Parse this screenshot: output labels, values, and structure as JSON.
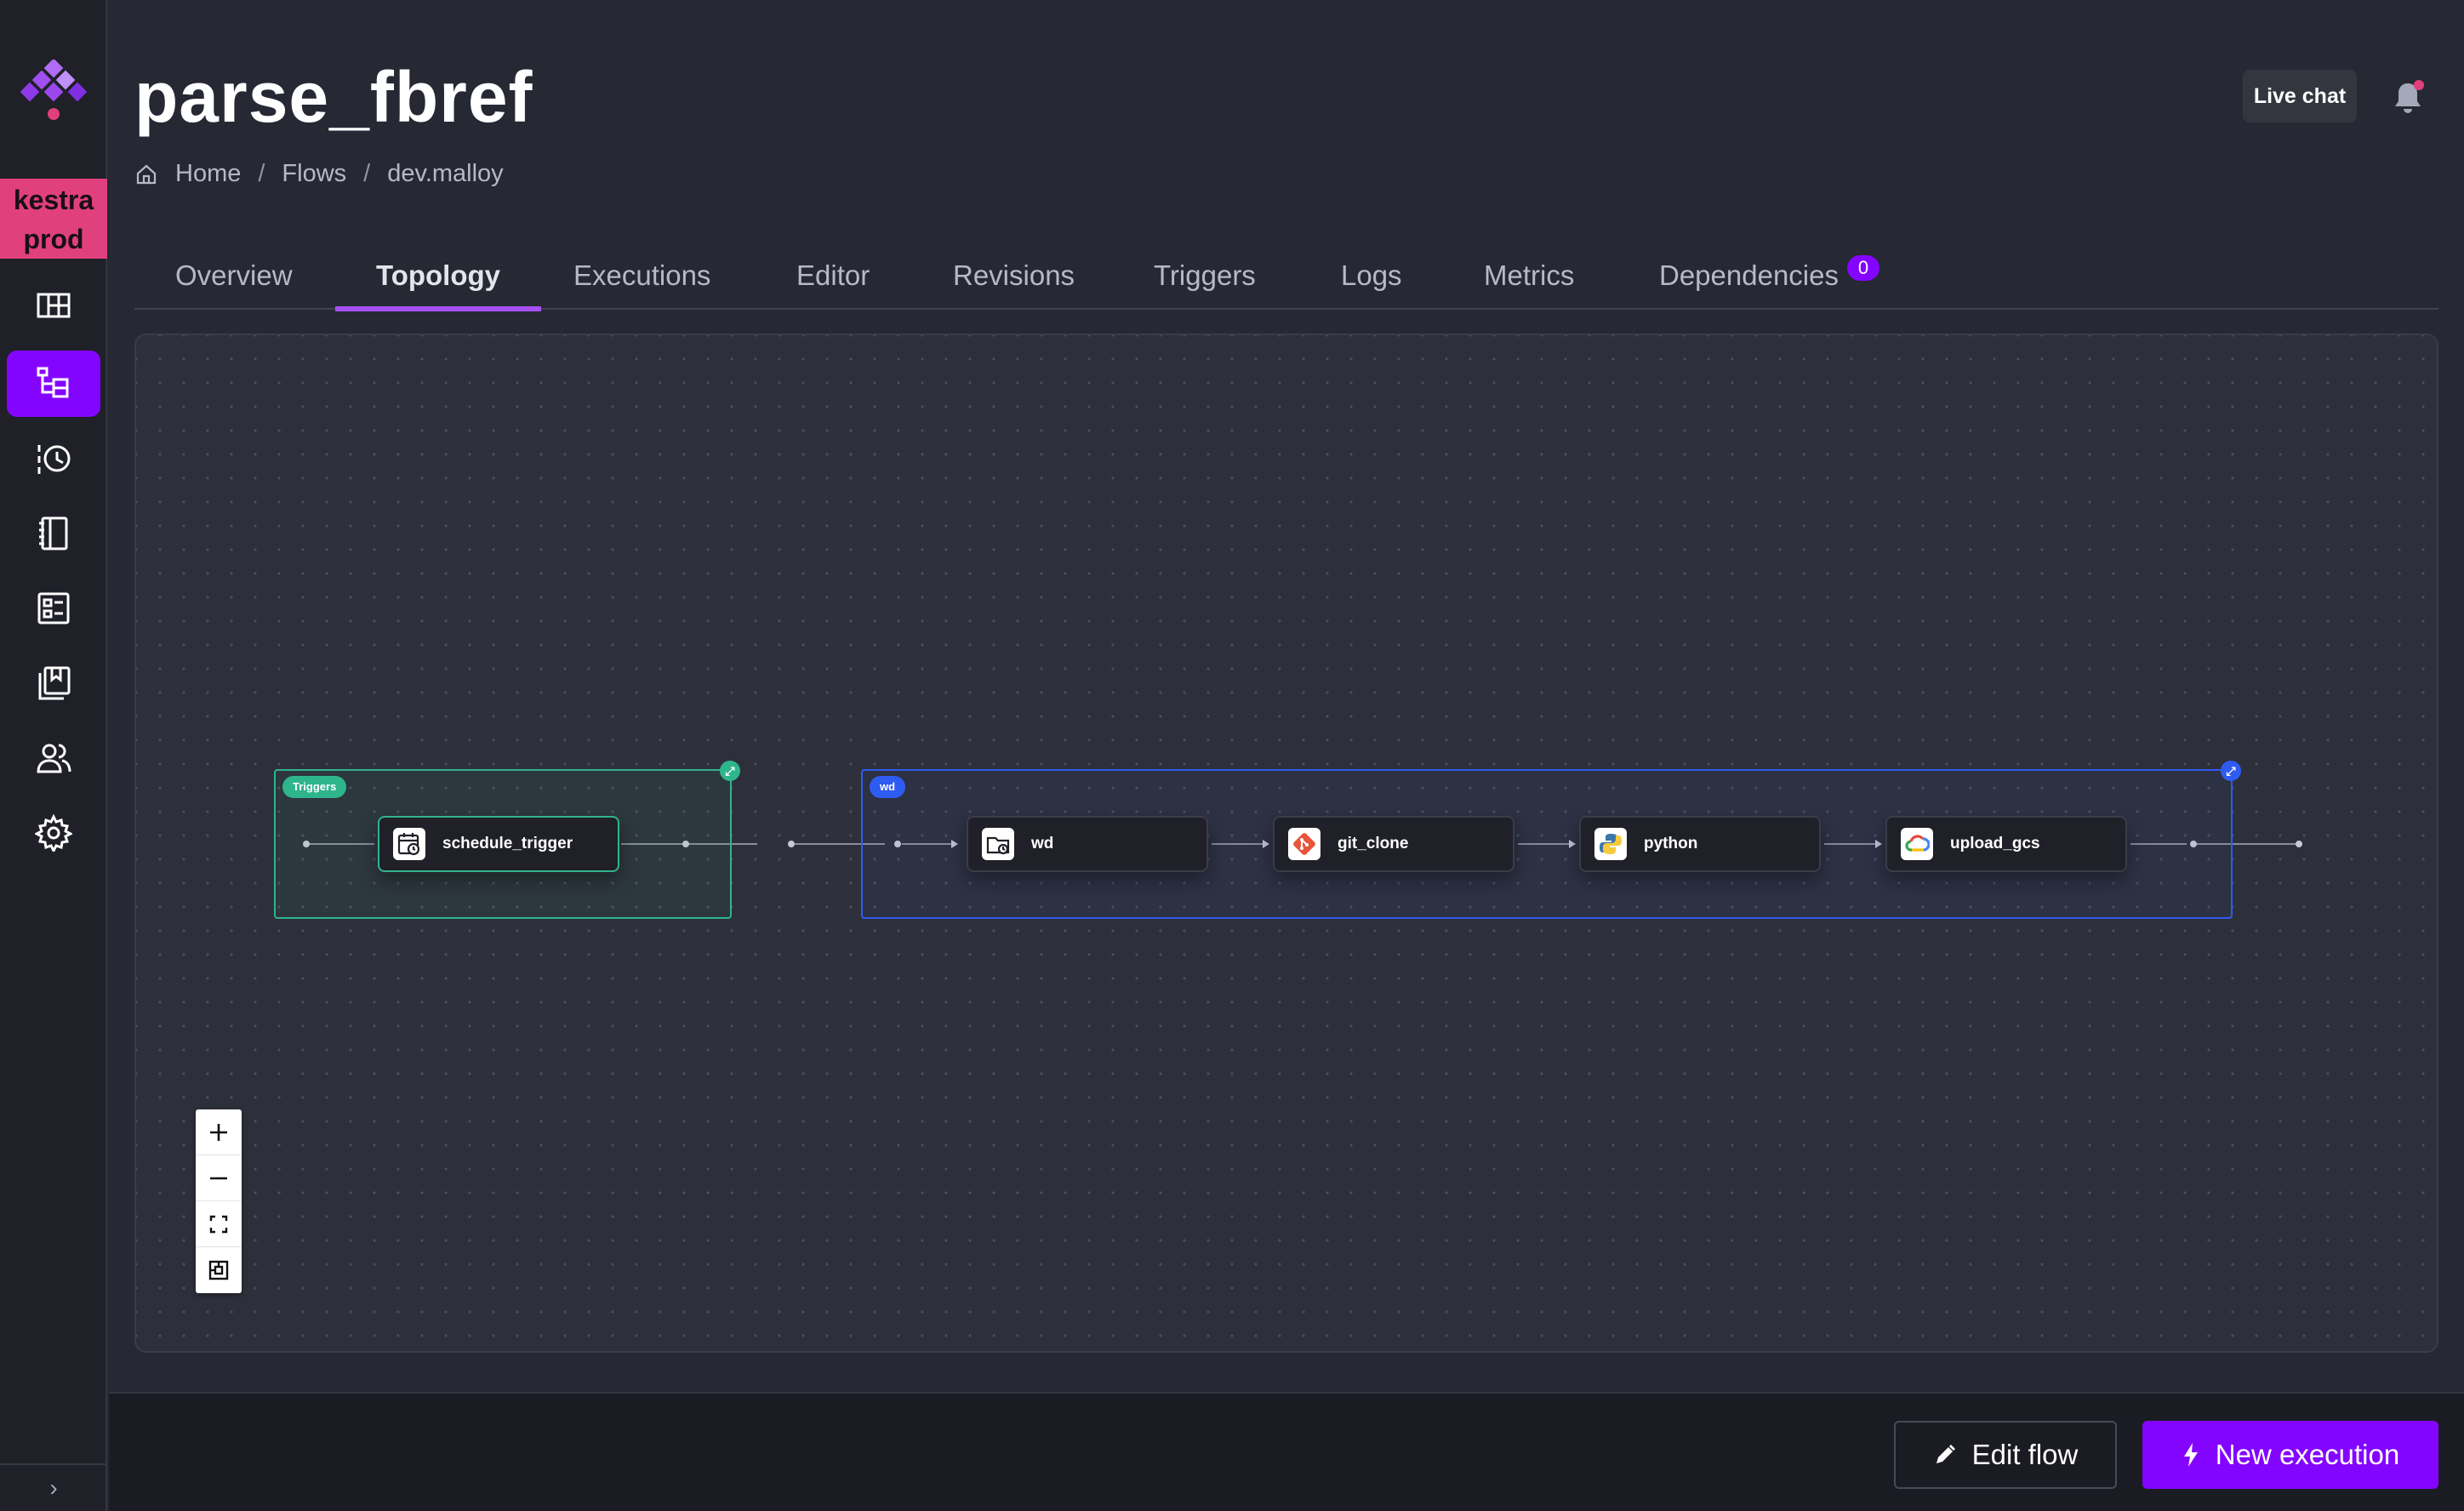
{
  "app": {
    "environment": "kestra\nprod",
    "colors": {
      "accent": "#8405ff",
      "env_badge": "#e0407d",
      "triggers_cluster": "#2fb58b",
      "task_cluster": "#2e5cf2"
    }
  },
  "sidebar": {
    "items": [
      {
        "icon": "dashboard-icon",
        "active": false
      },
      {
        "icon": "flows-icon",
        "active": true
      },
      {
        "icon": "executions-history-icon",
        "active": false
      },
      {
        "icon": "logs-icon",
        "active": false
      },
      {
        "icon": "templates-icon",
        "active": false
      },
      {
        "icon": "blueprints-icon",
        "active": false
      },
      {
        "icon": "users-icon",
        "active": false
      },
      {
        "icon": "settings-gear-icon",
        "active": false
      }
    ],
    "collapse_label": "›"
  },
  "header": {
    "title": "parse_fbref",
    "breadcrumb": [
      "Home",
      "Flows",
      "dev.malloy"
    ],
    "live_chat": "Live chat"
  },
  "tabs": [
    {
      "label": "Overview",
      "active": false
    },
    {
      "label": "Topology",
      "active": true
    },
    {
      "label": "Executions",
      "active": false
    },
    {
      "label": "Editor",
      "active": false
    },
    {
      "label": "Revisions",
      "active": false
    },
    {
      "label": "Triggers",
      "active": false
    },
    {
      "label": "Logs",
      "active": false
    },
    {
      "label": "Metrics",
      "active": false
    },
    {
      "label": "Dependencies",
      "active": false,
      "count": "0"
    }
  ],
  "topology": {
    "clusters": [
      {
        "label": "Triggers",
        "expand_icon": "expand-icon"
      },
      {
        "label": "wd",
        "expand_icon": "expand-icon"
      }
    ],
    "nodes": [
      {
        "label": "schedule_trigger",
        "icon": "calendar-clock-icon"
      },
      {
        "label": "wd",
        "icon": "working-directory-icon"
      },
      {
        "label": "git_clone",
        "icon": "git-icon"
      },
      {
        "label": "python",
        "icon": "python-icon"
      },
      {
        "label": "upload_gcs",
        "icon": "google-cloud-icon"
      }
    ],
    "zoom_controls": [
      "zoom-in-icon",
      "zoom-out-icon",
      "fit-view-icon",
      "toggle-minimap-icon"
    ]
  },
  "footer": {
    "edit_flow": "Edit flow",
    "new_execution": "New execution"
  }
}
